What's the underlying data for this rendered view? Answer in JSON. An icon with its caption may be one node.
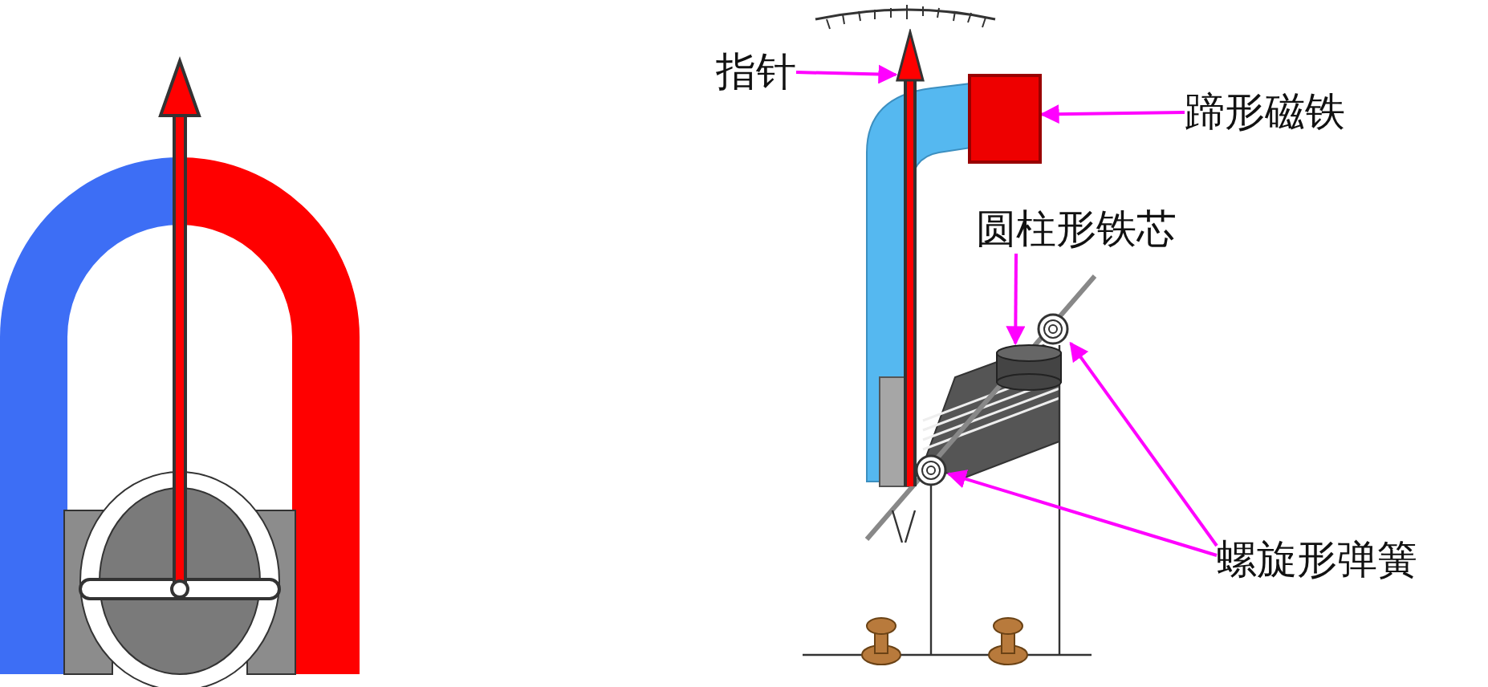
{
  "diagram": {
    "nodes": [
      {
        "text": [
          "指针"
        ]
      },
      {
        "text": [],
        "shape": "picture"
      },
      {
        "text": [
          "蹄形磁铁"
        ]
      },
      {
        "text": [],
        "shape": "box"
      },
      {
        "text": [
          "圆柱形铁芯"
        ]
      },
      {
        "text": [],
        "shape": "cylinder"
      },
      {
        "text": [
          "螺旋形弹簧"
        ]
      },
      {
        "text": [],
        "shape": "picture"
      },
      {
        "text": [],
        "shape": "picture"
      }
    ],
    "edges": [
      {
        "from": 0,
        "to": 1,
        "arrow": "to"
      },
      {
        "from": 2,
        "to": 3,
        "arrow": "to"
      },
      {
        "from": 4,
        "to": 5,
        "arrow": "to"
      },
      {
        "from": 6,
        "to": 7,
        "arrow": "to"
      },
      {
        "from": 6,
        "to": 8,
        "arrow": "to"
      }
    ]
  }
}
